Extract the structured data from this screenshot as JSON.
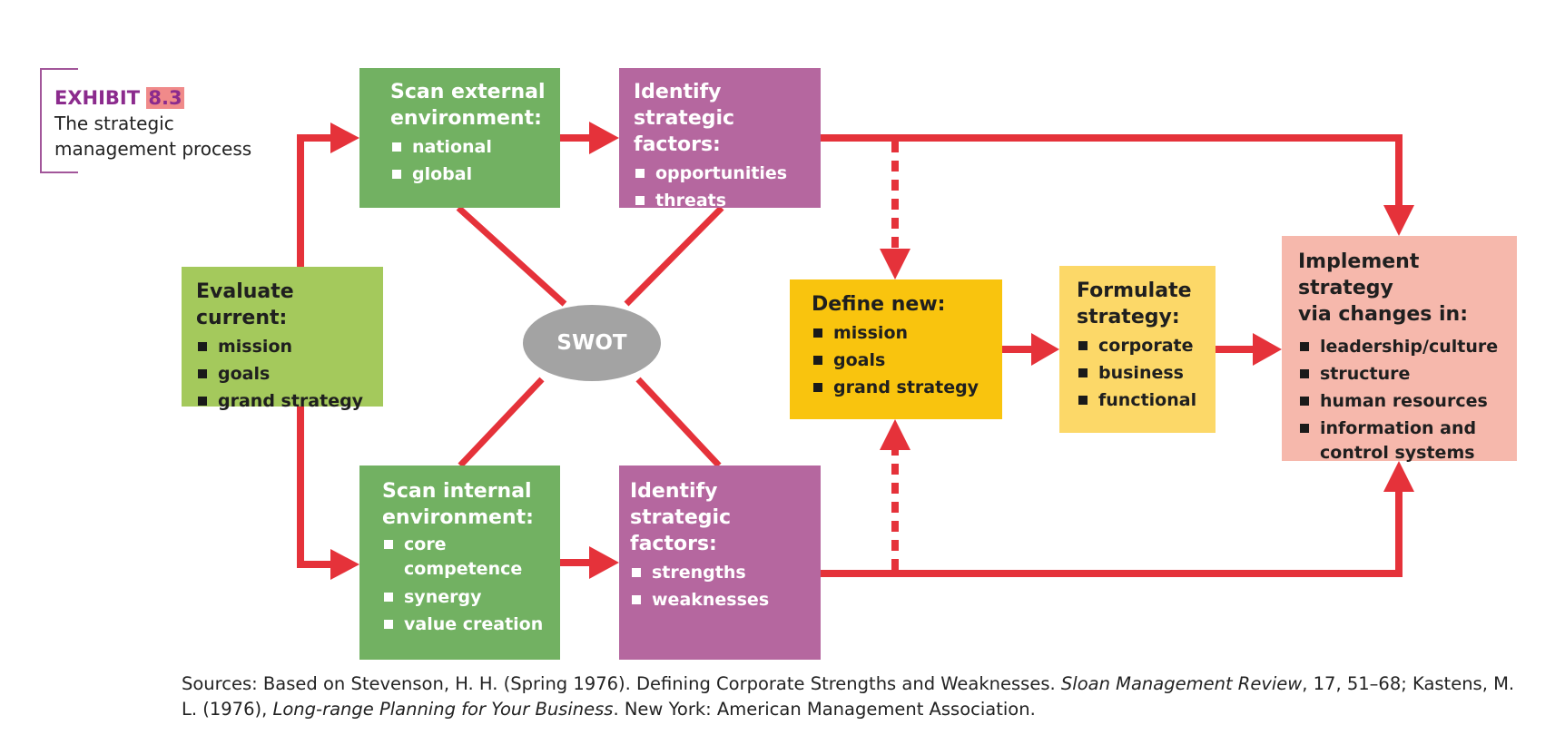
{
  "exhibit": {
    "label": "EXHIBIT",
    "number": "8.3",
    "title_line1": "The strategic",
    "title_line2": "management process"
  },
  "boxes": {
    "scan_external": {
      "title_line1": "Scan external",
      "title_line2": "environment:",
      "items": [
        "national",
        "global"
      ]
    },
    "identify_opportunities": {
      "title_line1": "Identify strategic",
      "title_line2": "factors:",
      "items": [
        "opportunities",
        "threats"
      ]
    },
    "evaluate_current": {
      "title": "Evaluate current:",
      "items": [
        "mission",
        "goals",
        "grand strategy"
      ]
    },
    "scan_internal": {
      "title_line1": "Scan internal",
      "title_line2": "environment:",
      "items": [
        "core competence",
        "synergy",
        "value creation"
      ]
    },
    "identify_strengths": {
      "title_line1": "Identify strategic",
      "title_line2": "factors:",
      "items": [
        "strengths",
        "weaknesses"
      ]
    },
    "define_new": {
      "title": "Define new:",
      "items": [
        "mission",
        "goals",
        "grand strategy"
      ]
    },
    "formulate_strategy": {
      "title_line1": "Formulate",
      "title_line2": "strategy:",
      "items": [
        "corporate",
        "business",
        "functional"
      ]
    },
    "implement_strategy": {
      "title_line1": "Implement strategy",
      "title_line2": "via changes in:",
      "items": [
        "leadership/culture",
        "structure",
        "human resources",
        "information and control systems"
      ]
    }
  },
  "swot": "SWOT",
  "sources": {
    "part1": "Sources: Based on Stevenson, H. H. (Spring 1976). Defining Corporate Strengths and Weaknesses. ",
    "journal": "Sloan Management Review",
    "part2": ", 17, 51–68; Kastens, M. L. (1976), ",
    "book": "Long-range Planning for Your Business",
    "part3": ". New York: American Management Association."
  },
  "colors": {
    "arrow": "#e5323a",
    "external_internal_scan": "#72b162",
    "strategic_factors": "#b5679f",
    "evaluate": "#a4c95c",
    "define": "#f9c40e",
    "formulate": "#fcd868",
    "implement": "#f6b8ac",
    "swot": "#a3a3a3"
  }
}
